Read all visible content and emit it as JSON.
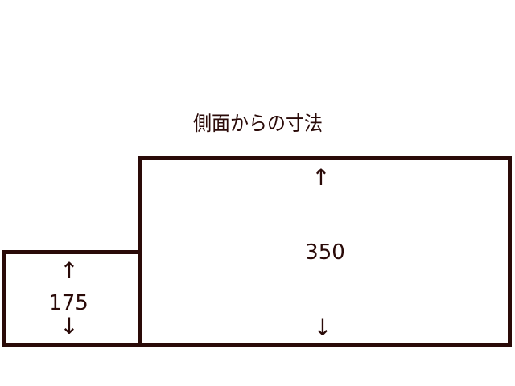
{
  "title": "側面からの寸法",
  "colors": {
    "stroke": "#2a0a08",
    "background": "#ffffff"
  },
  "boxes": {
    "large": {
      "dimension": "350",
      "arrow_up": "↑",
      "arrow_down": "↓"
    },
    "small": {
      "dimension": "175",
      "arrow_up": "↑",
      "arrow_down": "↓"
    }
  }
}
